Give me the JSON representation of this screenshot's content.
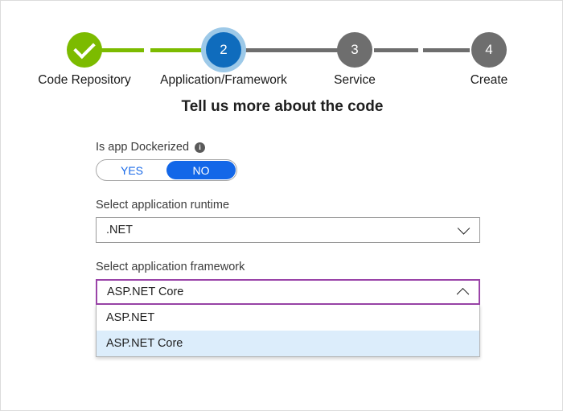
{
  "stepper": {
    "steps": [
      {
        "label": "Code Repository",
        "marker": "check",
        "state": "completed"
      },
      {
        "label": "Application/Framework",
        "marker": "2",
        "state": "current"
      },
      {
        "label": "Service",
        "marker": "3",
        "state": "upcoming"
      },
      {
        "label": "Create",
        "marker": "4",
        "state": "upcoming"
      }
    ],
    "colors": {
      "completed": "#7cbb00",
      "current": "#0f6cbd",
      "current_halo": "#9dc9e8",
      "upcoming": "#6e6e6e"
    }
  },
  "heading": "Tell us more about the code",
  "form": {
    "dockerized": {
      "label": "Is app Dockerized",
      "info_icon": "info-icon",
      "options": [
        "YES",
        "NO"
      ],
      "selected": "NO",
      "accent": "#1367e8"
    },
    "runtime": {
      "label": "Select application runtime",
      "value": ".NET",
      "chevron": "chevron-down-icon",
      "expanded": false
    },
    "framework": {
      "label": "Select application framework",
      "value": "ASP.NET Core",
      "chevron": "chevron-up-icon",
      "expanded": true,
      "focus_border": "#9a44a8",
      "options": [
        {
          "label": "ASP.NET",
          "selected": false
        },
        {
          "label": "ASP.NET Core",
          "selected": true
        }
      ],
      "highlight": "#dcedfb"
    }
  }
}
